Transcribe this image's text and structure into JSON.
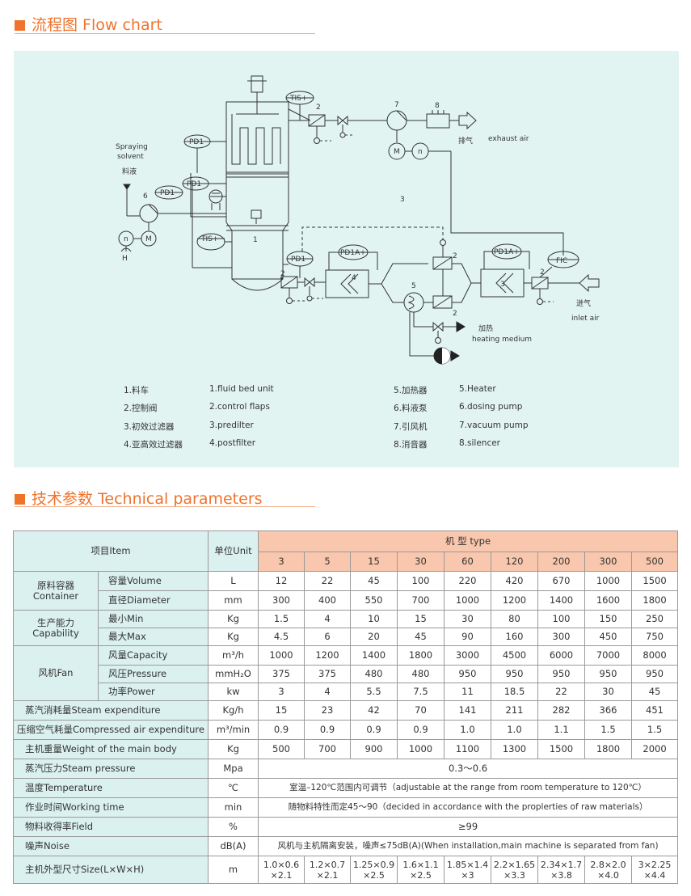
{
  "flow_section": {
    "title": "流程图  Flow chart"
  },
  "params_section": {
    "title": "技术参数   Technical parameters"
  },
  "diagram": {
    "labels": {
      "tis_top": "TIS+",
      "tis_body": "TIS+",
      "pd1_a": "PD1",
      "pd1_b": "PD1",
      "pd1_c": "PD1",
      "pd1_d": "PD1",
      "pd1a_a": "PD1A+",
      "pd1a_b": "PD1A+",
      "fic": "FIC",
      "spraying": "Spraying",
      "solvent": "solvent",
      "liquid_cn": "料液",
      "exhaust_cn": "排气",
      "exhaust_en": "exhaust air",
      "inlet_cn": "进气",
      "inlet_en": "inlet air",
      "heating_cn": "加热",
      "heating_en": "heating medium",
      "n1": "1",
      "n2a": "2",
      "n2b": "2",
      "n2c": "2",
      "n2d": "2",
      "n2e": "2",
      "n3a": "3",
      "n3b": "3",
      "n4": "4",
      "n5": "5",
      "n6": "6",
      "n7": "7",
      "n8": "8",
      "m_a": "M",
      "m_b": "M",
      "n_a": "n",
      "n_b": "n",
      "h": "H"
    }
  },
  "legend": {
    "col1": [
      "1.料车",
      "2.控制阀",
      "3.初效过滤器",
      "4.亚高效过滤器"
    ],
    "col2": [
      "1.fluid bed unit",
      "2.control flaps",
      "3.prediIter",
      "4.postfilter"
    ],
    "col3": [
      "5.加热器",
      "6.料液泵",
      "7.引风机",
      "8.消音器"
    ],
    "col4": [
      "5.Heater",
      "6.dosing pump",
      "7.vacuum pump",
      "8.silencer"
    ]
  },
  "table": {
    "item_header": "项目Item",
    "unit_header": "单位Unit",
    "type_header": "机 型 type",
    "models": [
      "3",
      "5",
      "15",
      "30",
      "60",
      "120",
      "200",
      "300",
      "500"
    ],
    "container": {
      "label_cn": "原料容器",
      "label_en": "Container",
      "rows": [
        {
          "name": "容量Volume",
          "unit": "L",
          "values": [
            "12",
            "22",
            "45",
            "100",
            "220",
            "420",
            "670",
            "1000",
            "1500"
          ]
        },
        {
          "name": "直径Diameter",
          "unit": "mm",
          "values": [
            "300",
            "400",
            "550",
            "700",
            "1000",
            "1200",
            "1400",
            "1600",
            "1800"
          ]
        }
      ]
    },
    "capability": {
      "label_cn": "生产能力",
      "label_en": "Capability",
      "rows": [
        {
          "name": "最小Min",
          "unit": "Kg",
          "values": [
            "1.5",
            "4",
            "10",
            "15",
            "30",
            "80",
            "100",
            "150",
            "250"
          ]
        },
        {
          "name": "最大Max",
          "unit": "Kg",
          "values": [
            "4.5",
            "6",
            "20",
            "45",
            "90",
            "160",
            "300",
            "450",
            "750"
          ]
        }
      ]
    },
    "fan": {
      "label": "风机Fan",
      "rows": [
        {
          "name": "风量Capacity",
          "unit": "m³/h",
          "values": [
            "1000",
            "1200",
            "1400",
            "1800",
            "3000",
            "4500",
            "6000",
            "7000",
            "8000"
          ]
        },
        {
          "name": "风压Pressure",
          "unit": "mmH₂O",
          "values": [
            "375",
            "375",
            "480",
            "480",
            "950",
            "950",
            "950",
            "950",
            "950"
          ]
        },
        {
          "name": "功率Power",
          "unit": "kw",
          "values": [
            "3",
            "4",
            "5.5",
            "7.5",
            "11",
            "18.5",
            "22",
            "30",
            "45"
          ]
        }
      ]
    },
    "steam": {
      "name": "蒸汽消耗量Steam expenditure",
      "unit": "Kg/h",
      "values": [
        "15",
        "23",
        "42",
        "70",
        "141",
        "211",
        "282",
        "366",
        "451"
      ]
    },
    "air": {
      "name": "压缩空气耗量Compressed air expenditure",
      "unit": "m³/min",
      "values": [
        "0.9",
        "0.9",
        "0.9",
        "0.9",
        "1.0",
        "1.0",
        "1.1",
        "1.5",
        "1.5"
      ]
    },
    "weight": {
      "name": "主机重量Weight of the main body",
      "unit": "Kg",
      "values": [
        "500",
        "700",
        "900",
        "1000",
        "1100",
        "1300",
        "1500",
        "1800",
        "2000"
      ]
    },
    "steam_pressure": {
      "name": "蒸汽压力Steam pressure",
      "unit": "Mpa",
      "value": "0.3～0.6"
    },
    "temperature": {
      "name": "温度Temperature",
      "unit": "℃",
      "value": "室温–120℃范围内可调节（adjustable at the range from room temperature to 120℃）"
    },
    "working_time": {
      "name": "作业时间Working time",
      "unit": "min",
      "value": "随物料特性而定45～90（decided in accordance with the proplerties of raw materials）"
    },
    "yield": {
      "name": "物料收得率Field",
      "unit": "%",
      "value": "≥99"
    },
    "noise": {
      "name": "噪声Noise",
      "unit": "dB(A)",
      "value": "风机与主机隔离安装，噪声≤75dB(A)(When installation,main machine is separated from fan)"
    },
    "size": {
      "name": "主机外型尺寸Size(L×W×H)",
      "unit": "m",
      "values": [
        [
          "1.0×0.6",
          "×2.1"
        ],
        [
          "1.2×0.7",
          "×2.1"
        ],
        [
          "1.25×0.9",
          "×2.5"
        ],
        [
          "1.6×1.1",
          "×2.5"
        ],
        [
          "1.85×1.4",
          "×3"
        ],
        [
          "2.2×1.65",
          "×3.3"
        ],
        [
          "2.34×1.7",
          "×3.8"
        ],
        [
          "2.8×2.0",
          "×4.0"
        ],
        [
          "3×2.25",
          "×4.4"
        ]
      ]
    }
  }
}
